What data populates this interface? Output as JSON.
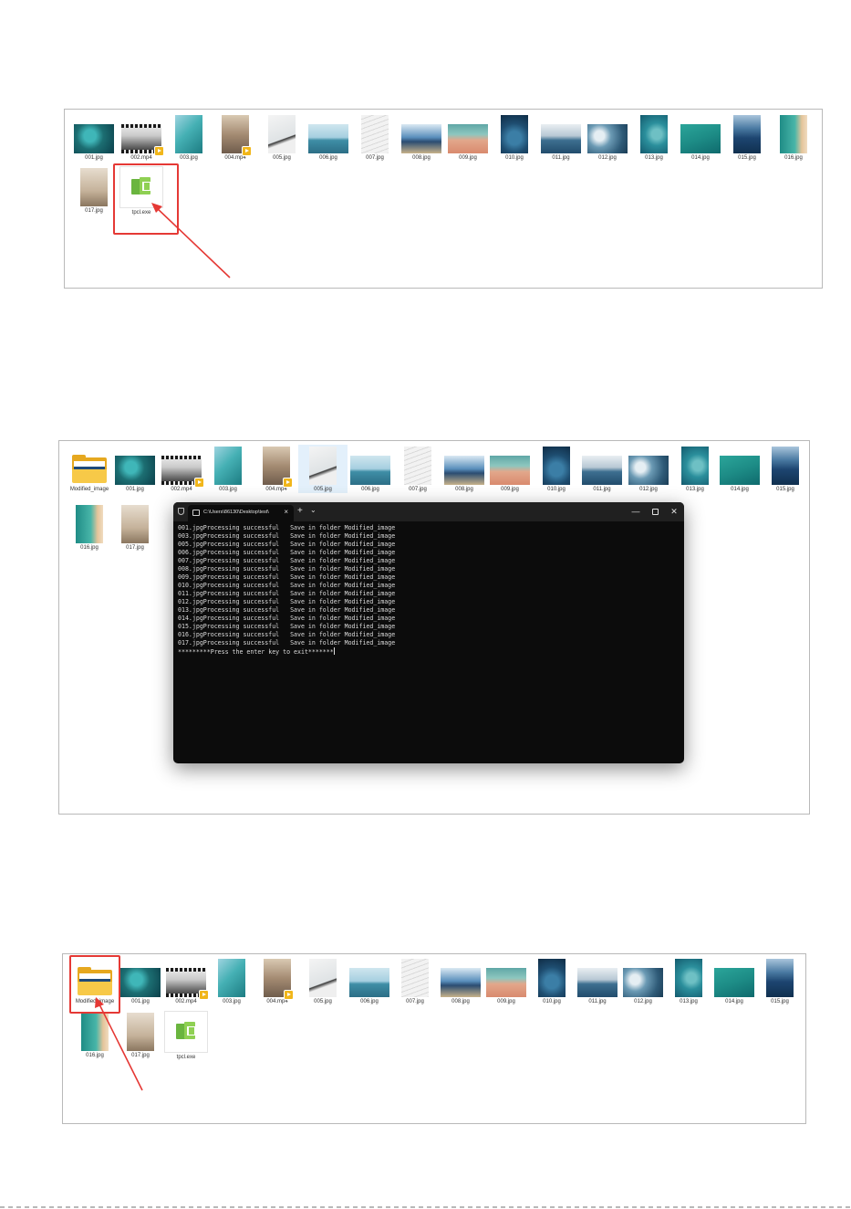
{
  "colors": {
    "highlight_red": "#e53935",
    "terminal_bg": "#0c0c0c",
    "terminal_text": "#dcdcdc",
    "selection_blue": "#e3f0fb"
  },
  "panel1": {
    "files": [
      {
        "label": "001.jpg",
        "kind": "t-aerial"
      },
      {
        "label": "002.mp4",
        "kind": "t-film",
        "video": true
      },
      {
        "label": "003.jpg",
        "kind": "t-beach-teal"
      },
      {
        "label": "004.mp4",
        "kind": "t-mp4-004",
        "video": true
      },
      {
        "label": "005.jpg",
        "kind": "t-white"
      },
      {
        "label": "006.jpg",
        "kind": "t-horizon"
      },
      {
        "label": "007.jpg",
        "kind": "t-paper"
      },
      {
        "label": "008.jpg",
        "kind": "t-palm"
      },
      {
        "label": "009.jpg",
        "kind": "t-sand"
      },
      {
        "label": "010.jpg",
        "kind": "t-wave-dark"
      },
      {
        "label": "011.jpg",
        "kind": "t-ocean"
      },
      {
        "label": "012.jpg",
        "kind": "t-foam"
      },
      {
        "label": "013.jpg",
        "kind": "t-curl"
      },
      {
        "label": "014.jpg",
        "kind": "t-green"
      },
      {
        "label": "015.jpg",
        "kind": "t-dark-sea"
      },
      {
        "label": "016.jpg",
        "kind": "t-aerial-beach"
      },
      {
        "label": "017.jpg",
        "kind": "t-plant"
      },
      {
        "label": "tpcl.exe",
        "kind": "t-exe",
        "exe": true
      }
    ]
  },
  "panel2": {
    "files": [
      {
        "label": "Modified_image",
        "kind": "folder"
      },
      {
        "label": "001.jpg",
        "kind": "t-aerial"
      },
      {
        "label": "002.mp4",
        "kind": "t-film",
        "video": true
      },
      {
        "label": "003.jpg",
        "kind": "t-beach-teal"
      },
      {
        "label": "004.mp4",
        "kind": "t-mp4-004",
        "video": true
      },
      {
        "label": "005.jpg",
        "kind": "t-white",
        "selected": true
      },
      {
        "label": "006.jpg",
        "kind": "t-horizon"
      },
      {
        "label": "007.jpg",
        "kind": "t-paper"
      },
      {
        "label": "008.jpg",
        "kind": "t-palm"
      },
      {
        "label": "009.jpg",
        "kind": "t-sand"
      },
      {
        "label": "010.jpg",
        "kind": "t-wave-dark"
      },
      {
        "label": "011.jpg",
        "kind": "t-ocean"
      },
      {
        "label": "012.jpg",
        "kind": "t-foam"
      },
      {
        "label": "013.jpg",
        "kind": "t-curl"
      },
      {
        "label": "014.jpg",
        "kind": "t-green"
      },
      {
        "label": "015.jpg",
        "kind": "t-dark-sea"
      },
      {
        "label": "016.jpg",
        "kind": "t-aerial-beach"
      },
      {
        "label": "017.jpg",
        "kind": "t-plant"
      }
    ],
    "terminal": {
      "tab_title": "C:\\Users\\86130\\Desktop\\test\\",
      "lines": [
        "001.jpgProcessing successful   Save in folder Modified_image",
        "003.jpgProcessing successful   Save in folder Modified_image",
        "005.jpgProcessing successful   Save in folder Modified_image",
        "006.jpgProcessing successful   Save in folder Modified_image",
        "007.jpgProcessing successful   Save in folder Modified_image",
        "008.jpgProcessing successful   Save in folder Modified_image",
        "009.jpgProcessing successful   Save in folder Modified_image",
        "010.jpgProcessing successful   Save in folder Modified_image",
        "011.jpgProcessing successful   Save in folder Modified_image",
        "012.jpgProcessing successful   Save in folder Modified_image",
        "013.jpgProcessing successful   Save in folder Modified_image",
        "014.jpgProcessing successful   Save in folder Modified_image",
        "015.jpgProcessing successful   Save in folder Modified_image",
        "016.jpgProcessing successful   Save in folder Modified_image",
        "017.jpgProcessing successful   Save in folder Modified_image",
        "*********Press the enter key to exit*******"
      ]
    }
  },
  "panel3": {
    "files": [
      {
        "label": "Modified_image",
        "kind": "folder"
      },
      {
        "label": "001.jpg",
        "kind": "t-aerial"
      },
      {
        "label": "002.mp4",
        "kind": "t-film",
        "video": true
      },
      {
        "label": "003.jpg",
        "kind": "t-beach-teal"
      },
      {
        "label": "004.mp4",
        "kind": "t-mp4-004",
        "video": true
      },
      {
        "label": "005.jpg",
        "kind": "t-white"
      },
      {
        "label": "006.jpg",
        "kind": "t-horizon"
      },
      {
        "label": "007.jpg",
        "kind": "t-paper"
      },
      {
        "label": "008.jpg",
        "kind": "t-palm"
      },
      {
        "label": "009.jpg",
        "kind": "t-sand"
      },
      {
        "label": "010.jpg",
        "kind": "t-wave-dark"
      },
      {
        "label": "011.jpg",
        "kind": "t-ocean"
      },
      {
        "label": "012.jpg",
        "kind": "t-foam"
      },
      {
        "label": "013.jpg",
        "kind": "t-curl"
      },
      {
        "label": "014.jpg",
        "kind": "t-green"
      },
      {
        "label": "015.jpg",
        "kind": "t-dark-sea"
      },
      {
        "label": "016.jpg",
        "kind": "t-aerial-beach"
      },
      {
        "label": "017.jpg",
        "kind": "t-plant"
      },
      {
        "label": "tpcl.exe",
        "kind": "t-exe",
        "exe": true
      }
    ]
  }
}
